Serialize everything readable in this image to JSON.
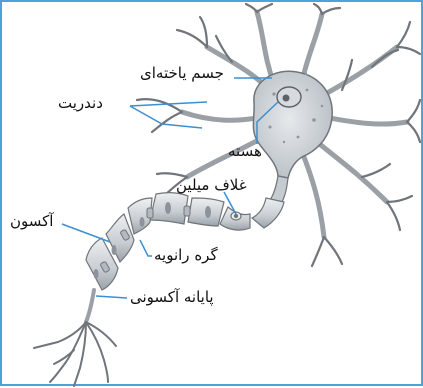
{
  "labels": {
    "cell_body": "جسم یاخته‌ای",
    "dendrite": "دندریت",
    "nucleus": "هسته",
    "myelin_sheath": "غلاف میلین",
    "axon": "آکسون",
    "node_of_ranvier": "گره رانویه",
    "axon_terminal": "پایانه آکسونی"
  },
  "colors": {
    "frame": "#4aa3df",
    "leader_line": "#3d8fd1",
    "neuron_fill": "#c9ced3",
    "neuron_outline": "#6f757b",
    "myelin_fill": "#cfd3d7"
  }
}
